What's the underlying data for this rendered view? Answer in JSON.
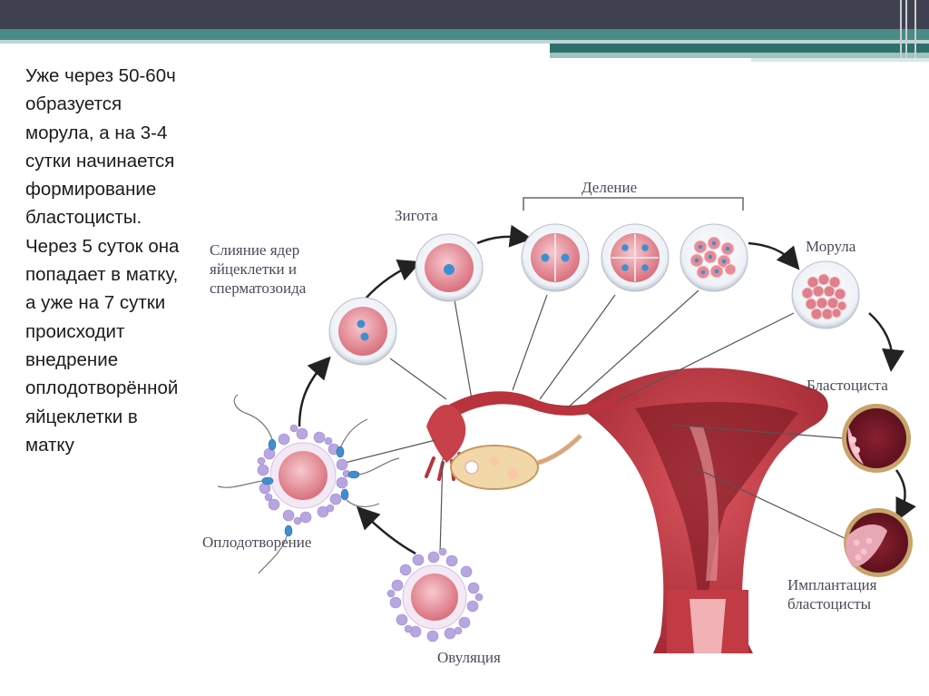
{
  "description_text": "Уже через 50-60ч образуется морула, а на 3-4 сутки начинается формирование бластоцисты. Через 5 суток она попадает в матку, а уже на 7 сутки происходит внедрение оплодотворённой яйцеклетки в матку",
  "labels": {
    "fusion_line1": "Слияние ядер",
    "fusion_line2": "яйцеклетки и",
    "fusion_line3": "сперматозоида",
    "zygote": "Зигота",
    "division": "Деление",
    "morula": "Морула",
    "blastocyst": "Бластоциста",
    "implantation_line1": "Имплантация",
    "implantation_line2": "бластоцисты",
    "fertilization": "Оплодотворение",
    "ovulation": "Овуляция"
  },
  "colors": {
    "header_dark": "#3f4150",
    "accent_teal": "#4a8b87",
    "uterus": "#b8333c",
    "cell_pink": "#e58f9a",
    "nucleus_blue": "#3f8fd0",
    "corona_purple": "#b7a6e0"
  }
}
